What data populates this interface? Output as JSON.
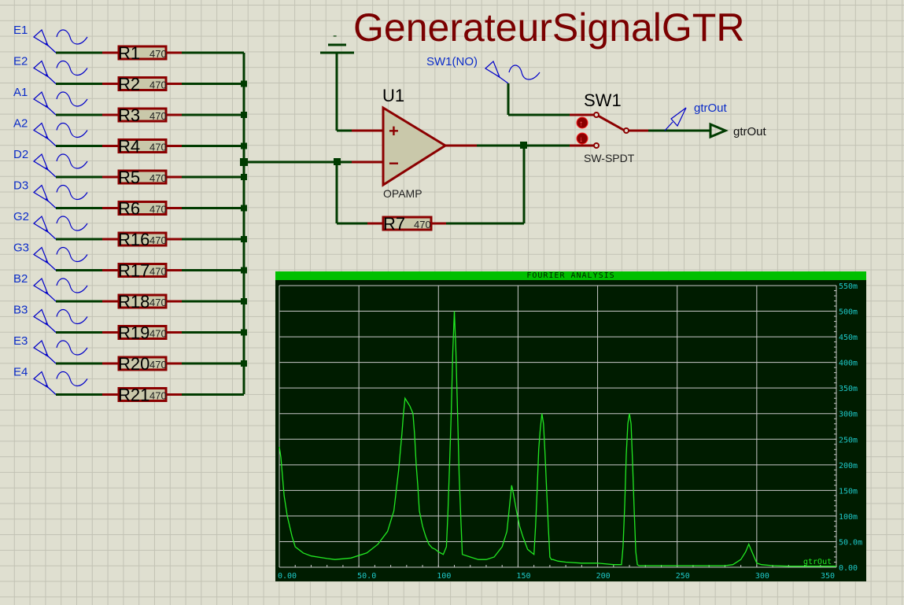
{
  "title": "GenerateurSignalGTR",
  "generators": [
    {
      "label": "E1",
      "resistor": "R1",
      "value": "470"
    },
    {
      "label": "E2",
      "resistor": "R2",
      "value": "470"
    },
    {
      "label": "A1",
      "resistor": "R3",
      "value": "470"
    },
    {
      "label": "A2",
      "resistor": "R4",
      "value": "470"
    },
    {
      "label": "D2",
      "resistor": "R5",
      "value": "470"
    },
    {
      "label": "D3",
      "resistor": "R6",
      "value": "470"
    },
    {
      "label": "G2",
      "resistor": "R16",
      "value": "470"
    },
    {
      "label": "G3",
      "resistor": "R17",
      "value": "470"
    },
    {
      "label": "B2",
      "resistor": "R18",
      "value": "470"
    },
    {
      "label": "B3",
      "resistor": "R19",
      "value": "470"
    },
    {
      "label": "E3",
      "resistor": "R20",
      "value": "470"
    },
    {
      "label": "E4",
      "resistor": "R21",
      "value": "470"
    }
  ],
  "opamp": {
    "ref": "U1",
    "type": "OPAMP",
    "plus": "+",
    "minus": "−"
  },
  "feedback": {
    "ref": "R7",
    "value": "470"
  },
  "ground_symbol": "-",
  "switch": {
    "ref": "SW1",
    "type": "SW-SPDT",
    "control_generator": "SW1(NO)",
    "btn_up": "↑",
    "btn_down": "↓"
  },
  "output": {
    "probe_label": "gtrOut",
    "terminal_label": "gtrOut"
  },
  "colors": {
    "wire": "#003b00",
    "pin": "#8b0000",
    "generator": "#0a2bc8",
    "title": "#7a0000",
    "scope_bg": "#001c00",
    "scope_bar": "#00bf00",
    "trace": "#22e822",
    "tick_text": "#1ec8c8"
  },
  "chart_data": {
    "type": "line",
    "title": "FOURIER ANALYSIS",
    "xlabel": "",
    "ylabel": "",
    "xlim": [
      0,
      350
    ],
    "ylim": [
      0,
      550
    ],
    "y_unit": "m",
    "grid": true,
    "x_ticks": [
      "0.00",
      "50.0",
      "100",
      "150",
      "200",
      "250",
      "300",
      "350"
    ],
    "y_ticks": [
      "0.00",
      "50.0m",
      "100m",
      "150m",
      "200m",
      "250m",
      "300m",
      "350m",
      "400m",
      "450m",
      "500m",
      "550m"
    ],
    "legend": "bottom-right",
    "series": [
      {
        "name": "gtrOut",
        "x": [
          0,
          1,
          3,
          5,
          8,
          10,
          15,
          20,
          30,
          35,
          45,
          55,
          62,
          68,
          72,
          75,
          77,
          78,
          79,
          80,
          82,
          84,
          85,
          86,
          87,
          88,
          90,
          92,
          94,
          96,
          98,
          100,
          103,
          105,
          106,
          107,
          108,
          109,
          110,
          111,
          112,
          113,
          114,
          115,
          120,
          125,
          130,
          135,
          140,
          143,
          145,
          146,
          147,
          149,
          151,
          153,
          156,
          158,
          160,
          161,
          162,
          163,
          164,
          165,
          166,
          167,
          168,
          169,
          170,
          171,
          172,
          175,
          180,
          190,
          200,
          210,
          215,
          216,
          217,
          218,
          219,
          220,
          221,
          222,
          223,
          224,
          225,
          226,
          230,
          240,
          260,
          280,
          285,
          290,
          293,
          295,
          297,
          300,
          303,
          310,
          320,
          350
        ],
        "y": [
          235,
          215,
          140,
          100,
          60,
          40,
          28,
          22,
          17,
          15,
          18,
          28,
          45,
          70,
          110,
          190,
          260,
          300,
          330,
          325,
          315,
          300,
          260,
          200,
          160,
          110,
          80,
          60,
          45,
          38,
          35,
          30,
          25,
          40,
          110,
          200,
          300,
          420,
          500,
          420,
          300,
          180,
          100,
          25,
          20,
          15,
          15,
          20,
          40,
          70,
          130,
          160,
          145,
          110,
          80,
          60,
          35,
          30,
          25,
          80,
          150,
          230,
          270,
          300,
          280,
          220,
          150,
          80,
          20,
          15,
          15,
          12,
          10,
          8,
          8,
          5,
          5,
          40,
          120,
          220,
          280,
          300,
          280,
          200,
          110,
          30,
          5,
          3,
          3,
          3,
          3,
          3,
          5,
          15,
          30,
          45,
          30,
          8,
          5,
          3,
          2,
          2
        ]
      }
    ]
  }
}
